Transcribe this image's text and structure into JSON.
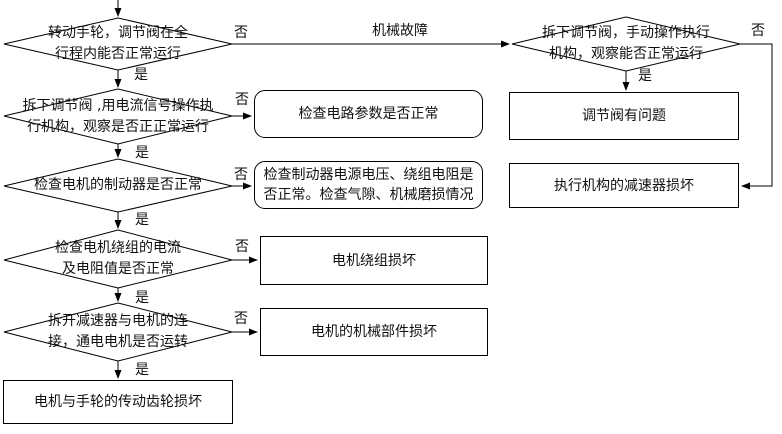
{
  "diagram": {
    "type": "flowchart",
    "language": "zh",
    "labels": {
      "yes": "是",
      "no": "否",
      "mechanical_fault": "机械故障"
    },
    "decisions": {
      "turn_handwheel": "转动手轮，调节阀在全\n行程内能否正常运行",
      "manual_actuator": "拆下调节阀，手动操作执行\n机构，观察能否正常运行",
      "current_signal": "拆下调节阀 ,用电流信号操作执\n行机构，观察是否正正常运行",
      "motor_brake": "检查电机的制动器是否正常",
      "winding_current": "检查电机绕组的电流\n及电阻值是否正常",
      "detach_reducer": "拆开减速器与电机的连\n接，通电电机是否运转"
    },
    "results": {
      "check_circuit_params": "检查电路参数是否正常",
      "check_brake": "检查制动器电源电压、绕组电阻是\n否正常。检查气隙、机械磨损情况",
      "winding_damaged": "电机绕组损坏",
      "motor_mechanical_damaged": "电机的机械部件损坏",
      "valve_problem": "调节阀有问题",
      "reducer_damaged": "执行机构的减速器损坏",
      "gear_damaged": "电机与手轮的传动齿轮损坏"
    },
    "line_color": "#000000",
    "background": "#ffffff"
  }
}
